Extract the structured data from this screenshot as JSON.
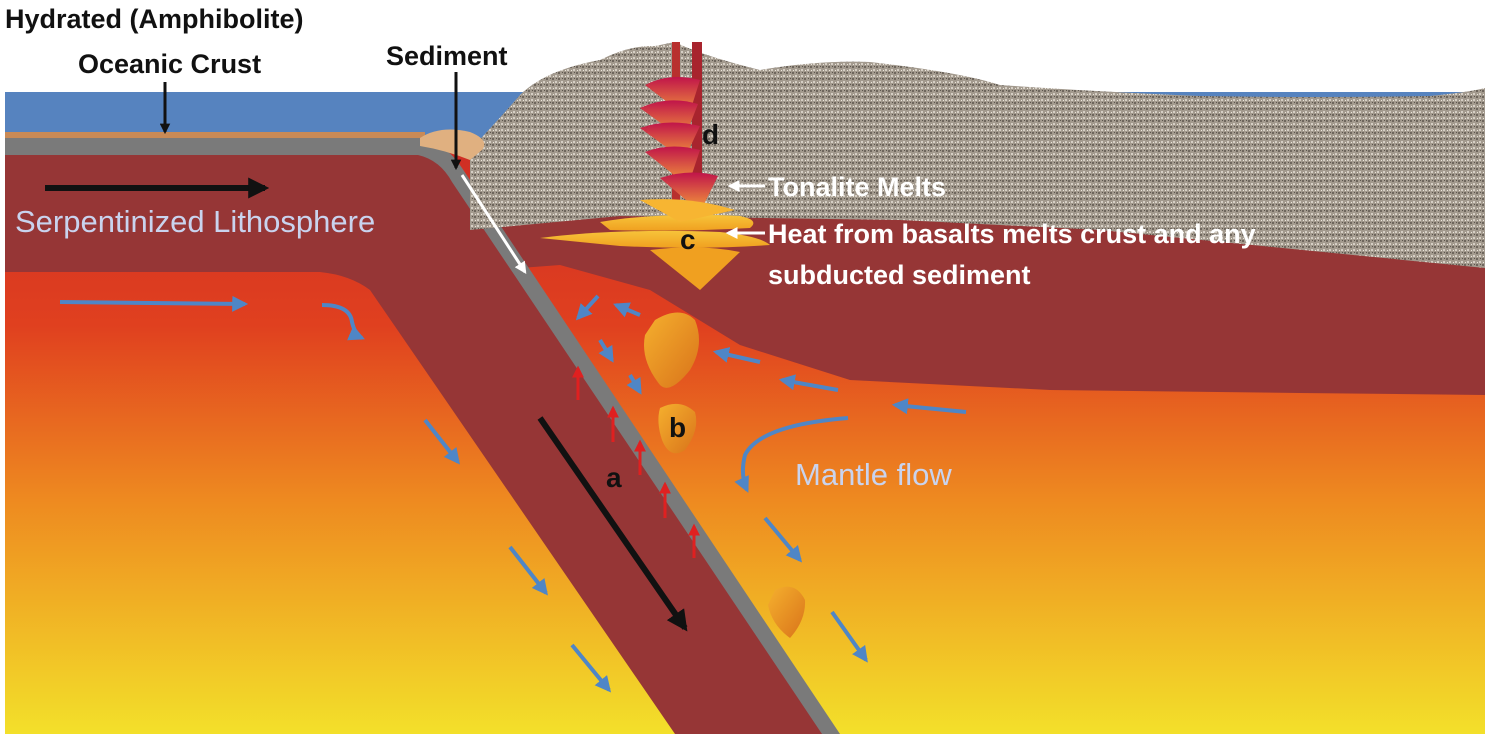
{
  "labels": {
    "hydrated_line1": "Hydrated (Amphibolite)",
    "hydrated_line2": "Oceanic Crust",
    "sediment": "Sediment",
    "serpentinized": "Serpentinized Lithosphere",
    "tonalite": "Tonalite Melts",
    "heat_line1": "Heat from basalts melts crust and any",
    "heat_line2": "subducted sediment",
    "mantle_flow": "Mantle flow",
    "letter_a": "a",
    "letter_b": "b",
    "letter_c": "c",
    "letter_d": "d"
  },
  "colors": {
    "ocean": "#5683bf",
    "continental_crust": "#a09588",
    "lithosphere": "#963636",
    "crust_gray": "#7a7a7a",
    "mantle_top": "#d93a24",
    "mantle_bottom": "#f2dc2a",
    "flow_arrow": "#4f86c6",
    "melt_arrow": "#e02020",
    "label_blue": "#c9d3ee"
  }
}
